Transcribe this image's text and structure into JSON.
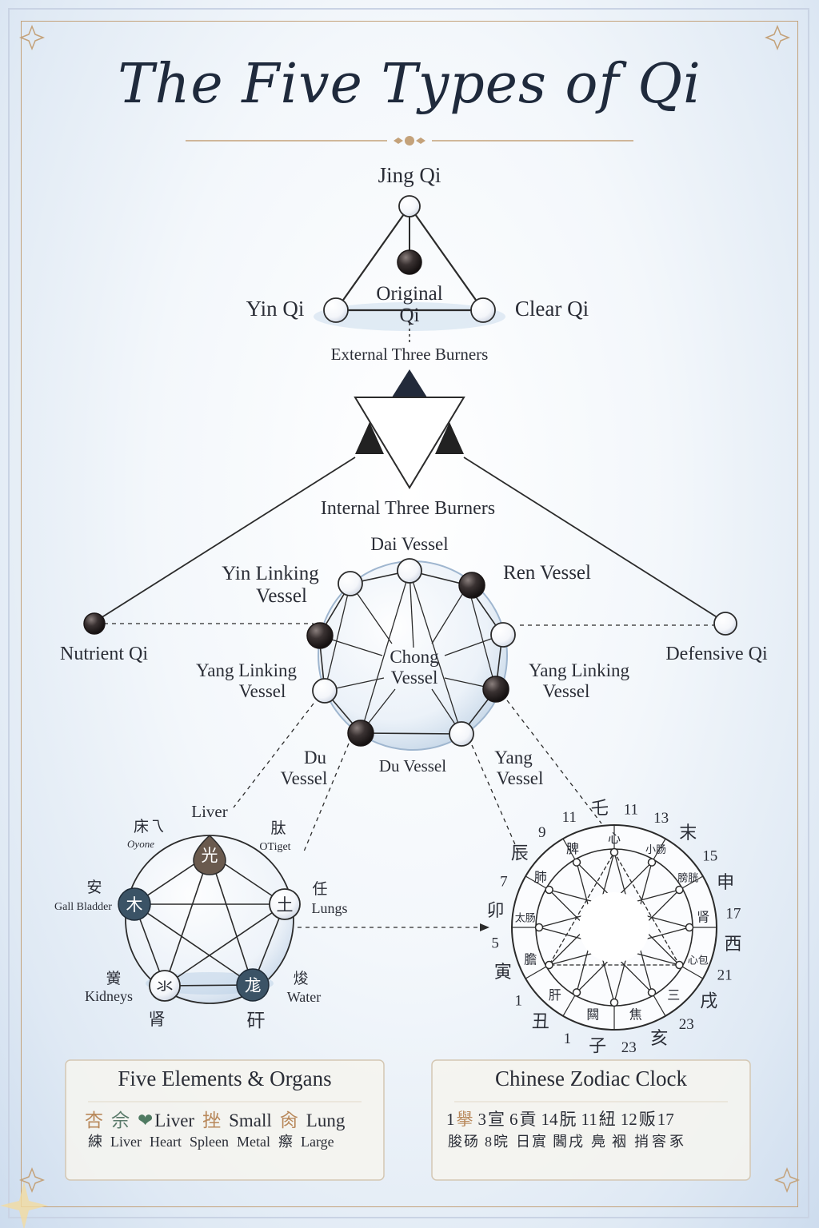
{
  "title": "The Five Types of Qi",
  "triangle": {
    "top": "Jing Qi",
    "left": "Yin Qi",
    "right": "Clear Qi",
    "center_line1": "Original",
    "center_line2": "Qi",
    "below": "External Three Burners"
  },
  "internal_burners": "Internal Three Burners",
  "nutrient_qi": "Nutrient Qi",
  "defensive_qi": "Defensive Qi",
  "vessels": {
    "dai": "Dai Vessel",
    "yin_linking_1": "Yin Linking",
    "yin_linking_2": "Vessel",
    "ren": "Ren Vessel",
    "chong_1": "Chong",
    "chong_2": "Vessel",
    "yang_linking_left_1": "Yang Linking",
    "yang_linking_left_2": "Vessel",
    "yang_linking_right_1": "Yang Linking",
    "yang_linking_right_2": "Vessel",
    "du_left_1": "Du",
    "du_left_2": "Vessel",
    "du_bottom": "Du Vessel",
    "yang_1": "Yang",
    "yang_2": "Vessel"
  },
  "five_elements": {
    "top_label": "Liver",
    "top_char": "光",
    "tl_char": "木",
    "tl_label_cn": "安",
    "tl_label": "Gall Bladder",
    "tr_char": "土",
    "tr_label_cn": "任",
    "tr_label": "Lungs",
    "bl_char": "氺",
    "bl_label_cn": "黉",
    "bl_label": "Kidneys",
    "bl_sub": "肾",
    "br_char": "尨",
    "br_label_cn": "焌",
    "br_label": "Water",
    "br_sub": "矸",
    "ul_cn": "床乁",
    "ul_small": "Oyone",
    "ur_cn": "肽",
    "ur_small": "OTiget"
  },
  "zodiac_clock": {
    "outer_labels": [
      "11",
      "13",
      "末",
      "15",
      "申",
      "17",
      "西",
      "21",
      "戌",
      "23",
      "亥",
      "23",
      "子",
      "1",
      "丑",
      "1",
      "寅",
      "5",
      "卯",
      "7",
      "辰",
      "9",
      "11",
      "乇"
    ],
    "inner_labels": [
      "心",
      "小肠",
      "膀胱",
      "肾",
      "心包",
      "三",
      "焦",
      "闗",
      "肝",
      "膽",
      "太肠",
      "肺",
      "脾"
    ]
  },
  "panel_left": {
    "title": "Five Elements & Organs",
    "row1": [
      "杏",
      "佘",
      "Liver",
      "挫",
      "Small",
      "肏",
      "Lung"
    ],
    "row2": [
      "綀",
      "Liver",
      "Heart",
      "Spleen",
      "Metal",
      "瘵",
      "Large"
    ]
  },
  "panel_right": {
    "title": "Chinese Zodiac Clock",
    "row1": [
      "1",
      "擧",
      "3",
      "宣",
      "6",
      "貢",
      "14",
      "朊",
      "11",
      "紐",
      "12",
      "贩",
      "17"
    ],
    "row2": [
      "朘",
      "砀",
      "8",
      "晥",
      "日",
      "賔",
      "閪",
      "戌",
      "鳧",
      "裀",
      "捎",
      "䆟",
      "豖"
    ]
  },
  "colors": {
    "dark_node": "#2b2626",
    "light_node": "#ffffff",
    "line": "#2b2b2b",
    "accent": "#c4a27a"
  }
}
